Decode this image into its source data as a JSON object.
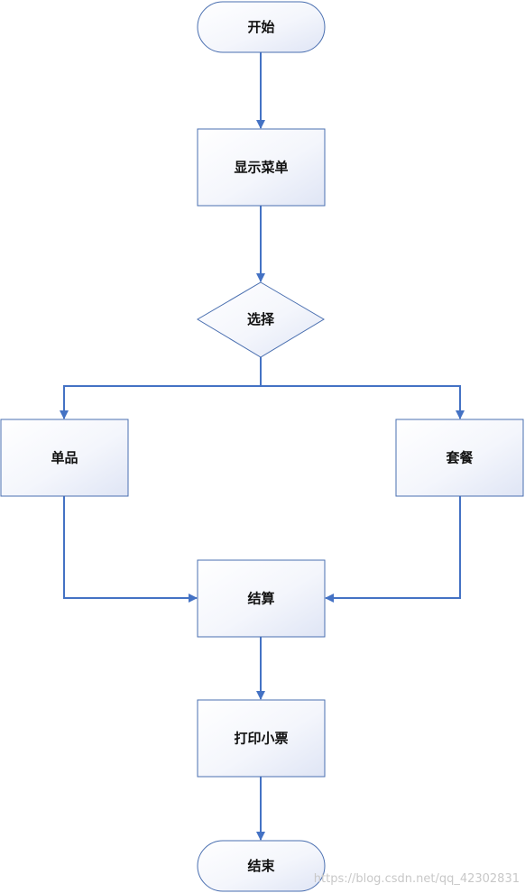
{
  "flowchart": {
    "start": "开始",
    "show_menu": "显示菜单",
    "choose": "选择",
    "single_item": "单品",
    "combo_meal": "套餐",
    "checkout": "结算",
    "print_receipt": "打印小票",
    "end": "结束"
  },
  "watermark": "https://blog.csdn.net/qq_42302831",
  "colors": {
    "connector": "#4472c4",
    "node_border": "#4a6fb0",
    "node_fill_light": "#ffffff",
    "node_fill_tint": "#e2e8f7"
  }
}
